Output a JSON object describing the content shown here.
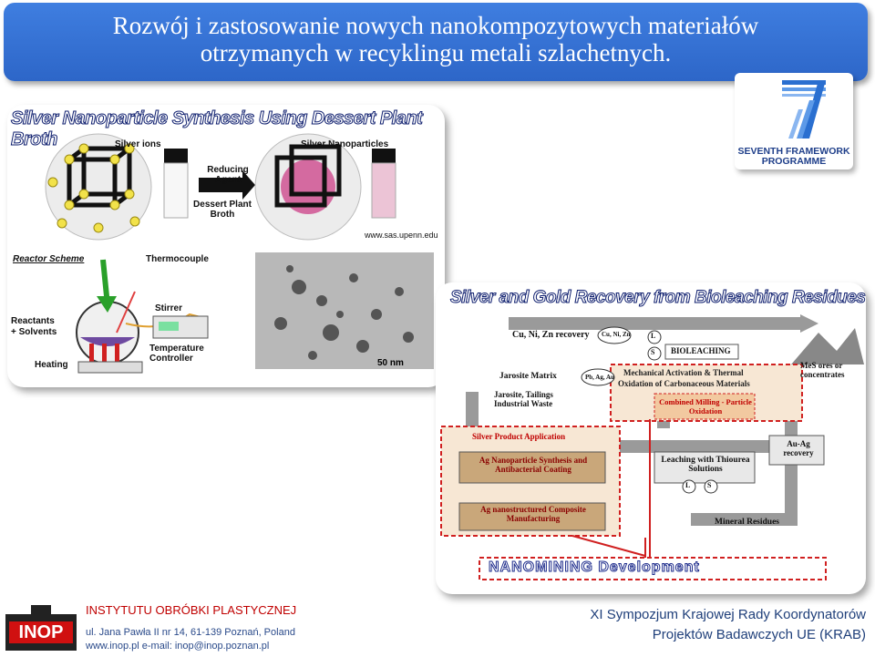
{
  "title": {
    "line1": "Rozwój i zastosowanie nowych nanokompozytowych materiałów",
    "line2": "otrzymanych w recyklingu metali szlachetnych."
  },
  "fp7_logo": {
    "line1": "SEVENTH FRAMEWORK",
    "line2": "PROGRAMME"
  },
  "left_panel": {
    "heading": "Silver Nanoparticle Synthesis Using Dessert Plant Broth",
    "silver_ions": "Silver ions",
    "silver_nanoparticles": "Silver Nanoparticles",
    "reducing_agent": "Reducing Agent",
    "dessert_plant_broth": "Dessert Plant Broth",
    "url": "www.sas.upenn.edu",
    "reactor_scheme": "Reactor Scheme",
    "thermocouple": "Thermocouple",
    "stirrer": "Stirrer",
    "reactants": "Reactants",
    "solvents": "+ Solvents",
    "heating": "Heating",
    "temperature_controller": "Temperature Controller",
    "scale": "50 nm"
  },
  "right_panel": {
    "heading": "Silver and Gold Recovery from Bioleaching Residues",
    "cu_ni_zn_recovery": "Cu, Ni, Zn recovery",
    "cu_ni_zn": "Cu, Ni, Zn",
    "L": "L",
    "S": "S",
    "bioleaching": "BIOLEACHING",
    "mes_ores": "MeS ores or concentrates",
    "jarosite_matrix": "Jarosite Matrix",
    "pb_ag_au": "Pb, Ag, Au",
    "jarosite_tailings": "Jarosite, Tailings",
    "industrial_waste": "Industrial Waste",
    "mechanical_activation": "Mechanical Activation & Thermal",
    "oxidation_carbonaceous": "Oxidation of Carbonaceous Materials",
    "combined_milling": "Combined Milling - Particle Oxidation",
    "silver_product_application": "Silver Product Application",
    "ag_nanoparticle": "Ag Nanoparticle Synthesis and Antibacterial Coating",
    "au_ag_recovery": "Au-Ag recovery",
    "leaching_thiourea": "Leaching with Thiourea Solutions",
    "ag_nanostructured": "Ag nanostructured Composite Manufacturing",
    "mineral_residues": "Mineral Residues",
    "nanomining": "NANOMINING Development"
  },
  "footer": {
    "logo": "INOP",
    "institute": "INSTYTUTU OBRÓBKI PLASTYCZNEJ",
    "address": "ul. Jana Pawła II nr 14, 61-139 Poznań, Poland",
    "contact": "www.inop.pl   e-mail: inop@inop.poznan.pl",
    "symposium_line1": "XI Sympozjum Krajowej Rady Koordynatorów",
    "symposium_line2": "Projektów Badawczych UE (KRAB)"
  },
  "colors": {
    "title_bg": "#3670d6",
    "footer_red": "#c00000",
    "footer_blue": "#1f3f7a"
  }
}
